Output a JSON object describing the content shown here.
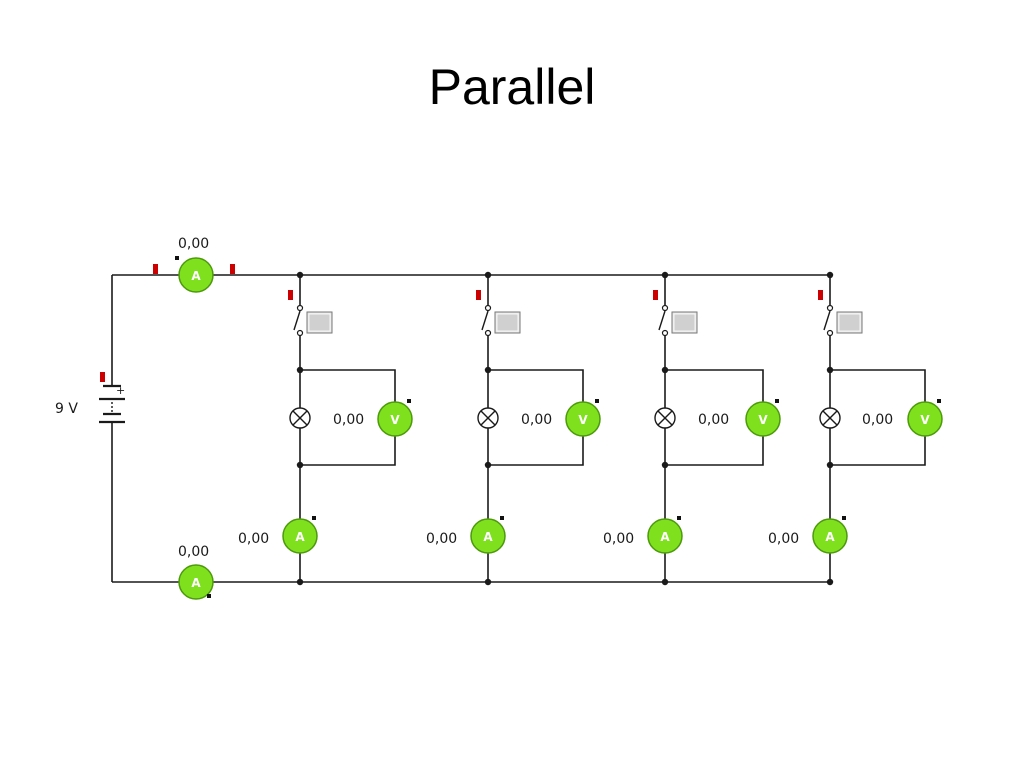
{
  "title": "Parallel",
  "battery": {
    "label": "9 V",
    "plus_sign": "+"
  },
  "main_ammeter_top": {
    "letter": "A",
    "reading": "0,00"
  },
  "main_ammeter_bottom": {
    "letter": "A",
    "reading": "0,00"
  },
  "branches": [
    {
      "voltmeter": {
        "letter": "V",
        "reading": "0,00"
      },
      "ammeter": {
        "letter": "A",
        "reading": "0,00"
      }
    },
    {
      "voltmeter": {
        "letter": "V",
        "reading": "0,00"
      },
      "ammeter": {
        "letter": "A",
        "reading": "0,00"
      }
    },
    {
      "voltmeter": {
        "letter": "V",
        "reading": "0,00"
      },
      "ammeter": {
        "letter": "A",
        "reading": "0,00"
      }
    },
    {
      "voltmeter": {
        "letter": "V",
        "reading": "0,00"
      },
      "ammeter": {
        "letter": "A",
        "reading": "0,00"
      }
    }
  ],
  "colors": {
    "meter_fill": "#7fe01e",
    "meter_stroke": "#4d9a0c",
    "marker": "#cc0000",
    "wire": "#1a1a1a"
  }
}
